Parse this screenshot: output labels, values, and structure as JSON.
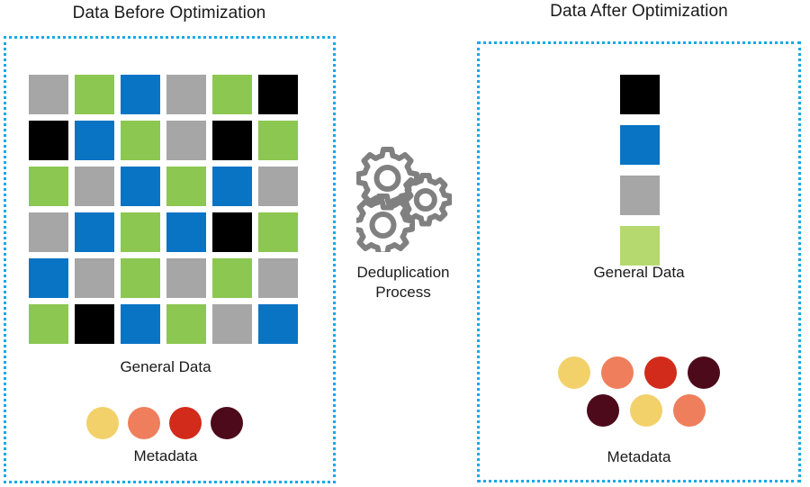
{
  "palette": {
    "gray": "#a6a6a6",
    "green": "#8cc751",
    "light_green": "#b5d96f",
    "blue": "#0a74c4",
    "black": "#000000",
    "dotted_border": "#17a9e8",
    "meta_yellow": "#f2d16b",
    "meta_salmon": "#ef7f5c",
    "meta_red": "#d22b1b",
    "meta_maroon": "#4d0a1b",
    "gear_gray": "#808080"
  },
  "left_panel": {
    "title": "Data Before Optimization",
    "general_data_label": "General Data",
    "metadata_label": "Metadata",
    "grid": {
      "columns": 6,
      "rows": 6,
      "cells": [
        [
          "gray",
          "green",
          "blue",
          "gray",
          "green",
          "black"
        ],
        [
          "black",
          "blue",
          "green",
          "gray",
          "black",
          "green"
        ],
        [
          "green",
          "gray",
          "blue",
          "green",
          "blue",
          "gray"
        ],
        [
          "gray",
          "blue",
          "green",
          "blue",
          "black",
          "green"
        ],
        [
          "blue",
          "gray",
          "green",
          "gray",
          "green",
          "gray"
        ],
        [
          "green",
          "black",
          "blue",
          "green",
          "gray",
          "blue"
        ]
      ]
    },
    "metadata_circles": [
      "meta_yellow",
      "meta_salmon",
      "meta_red",
      "meta_maroon"
    ]
  },
  "center": {
    "process_label_line1": "Deduplication",
    "process_label_line2": "Process",
    "gears_icon": "gears-icon",
    "gear_count": 3
  },
  "right_panel": {
    "title": "Data After Optimization",
    "general_data_label": "General Data",
    "metadata_label": "Metadata",
    "stack": [
      "black",
      "blue",
      "gray",
      "light_green"
    ],
    "metadata_circles_row1": [
      "meta_yellow",
      "meta_salmon",
      "meta_red",
      "meta_maroon"
    ],
    "metadata_circles_row2": [
      "meta_maroon",
      "meta_yellow",
      "meta_salmon"
    ]
  }
}
